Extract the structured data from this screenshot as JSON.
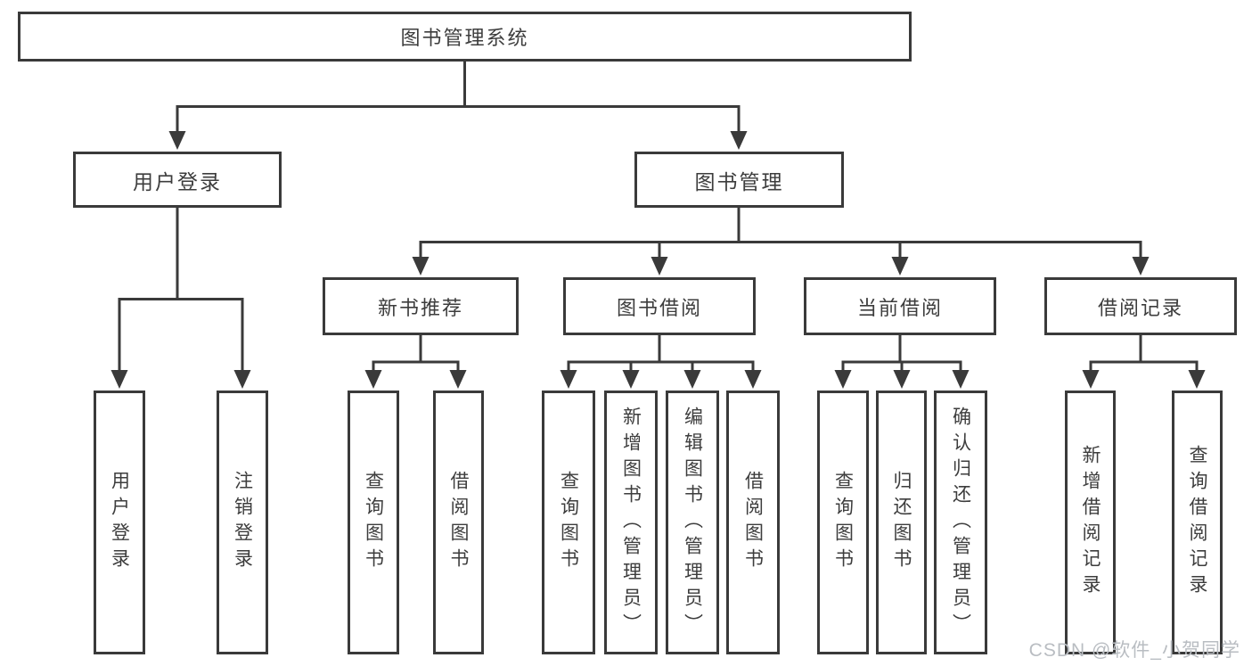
{
  "diagram": {
    "tree": {
      "root": "图书管理系统",
      "children": [
        {
          "label": "用户登录",
          "children": [
            {
              "label": "用户登录"
            },
            {
              "label": "注销登录"
            }
          ]
        },
        {
          "label": "图书管理",
          "children": [
            {
              "label": "新书推荐",
              "children": [
                {
                  "label": "查询图书"
                },
                {
                  "label": "借阅图书"
                }
              ]
            },
            {
              "label": "图书借阅",
              "children": [
                {
                  "label": "查询图书"
                },
                {
                  "label": "新增图书（管理员）"
                },
                {
                  "label": "编辑图书（管理员）"
                },
                {
                  "label": "借阅图书"
                }
              ]
            },
            {
              "label": "当前借阅",
              "children": [
                {
                  "label": "查询图书"
                },
                {
                  "label": "归还图书"
                },
                {
                  "label": "确认归还（管理员）"
                }
              ]
            },
            {
              "label": "借阅记录",
              "children": [
                {
                  "label": "新增借阅记录"
                },
                {
                  "label": "查询借阅记录"
                }
              ]
            }
          ]
        }
      ]
    },
    "line_color": "#3a3a3a",
    "watermark_color": "#b9bdc2"
  },
  "watermark": "CSDN @软件_小贺同学"
}
